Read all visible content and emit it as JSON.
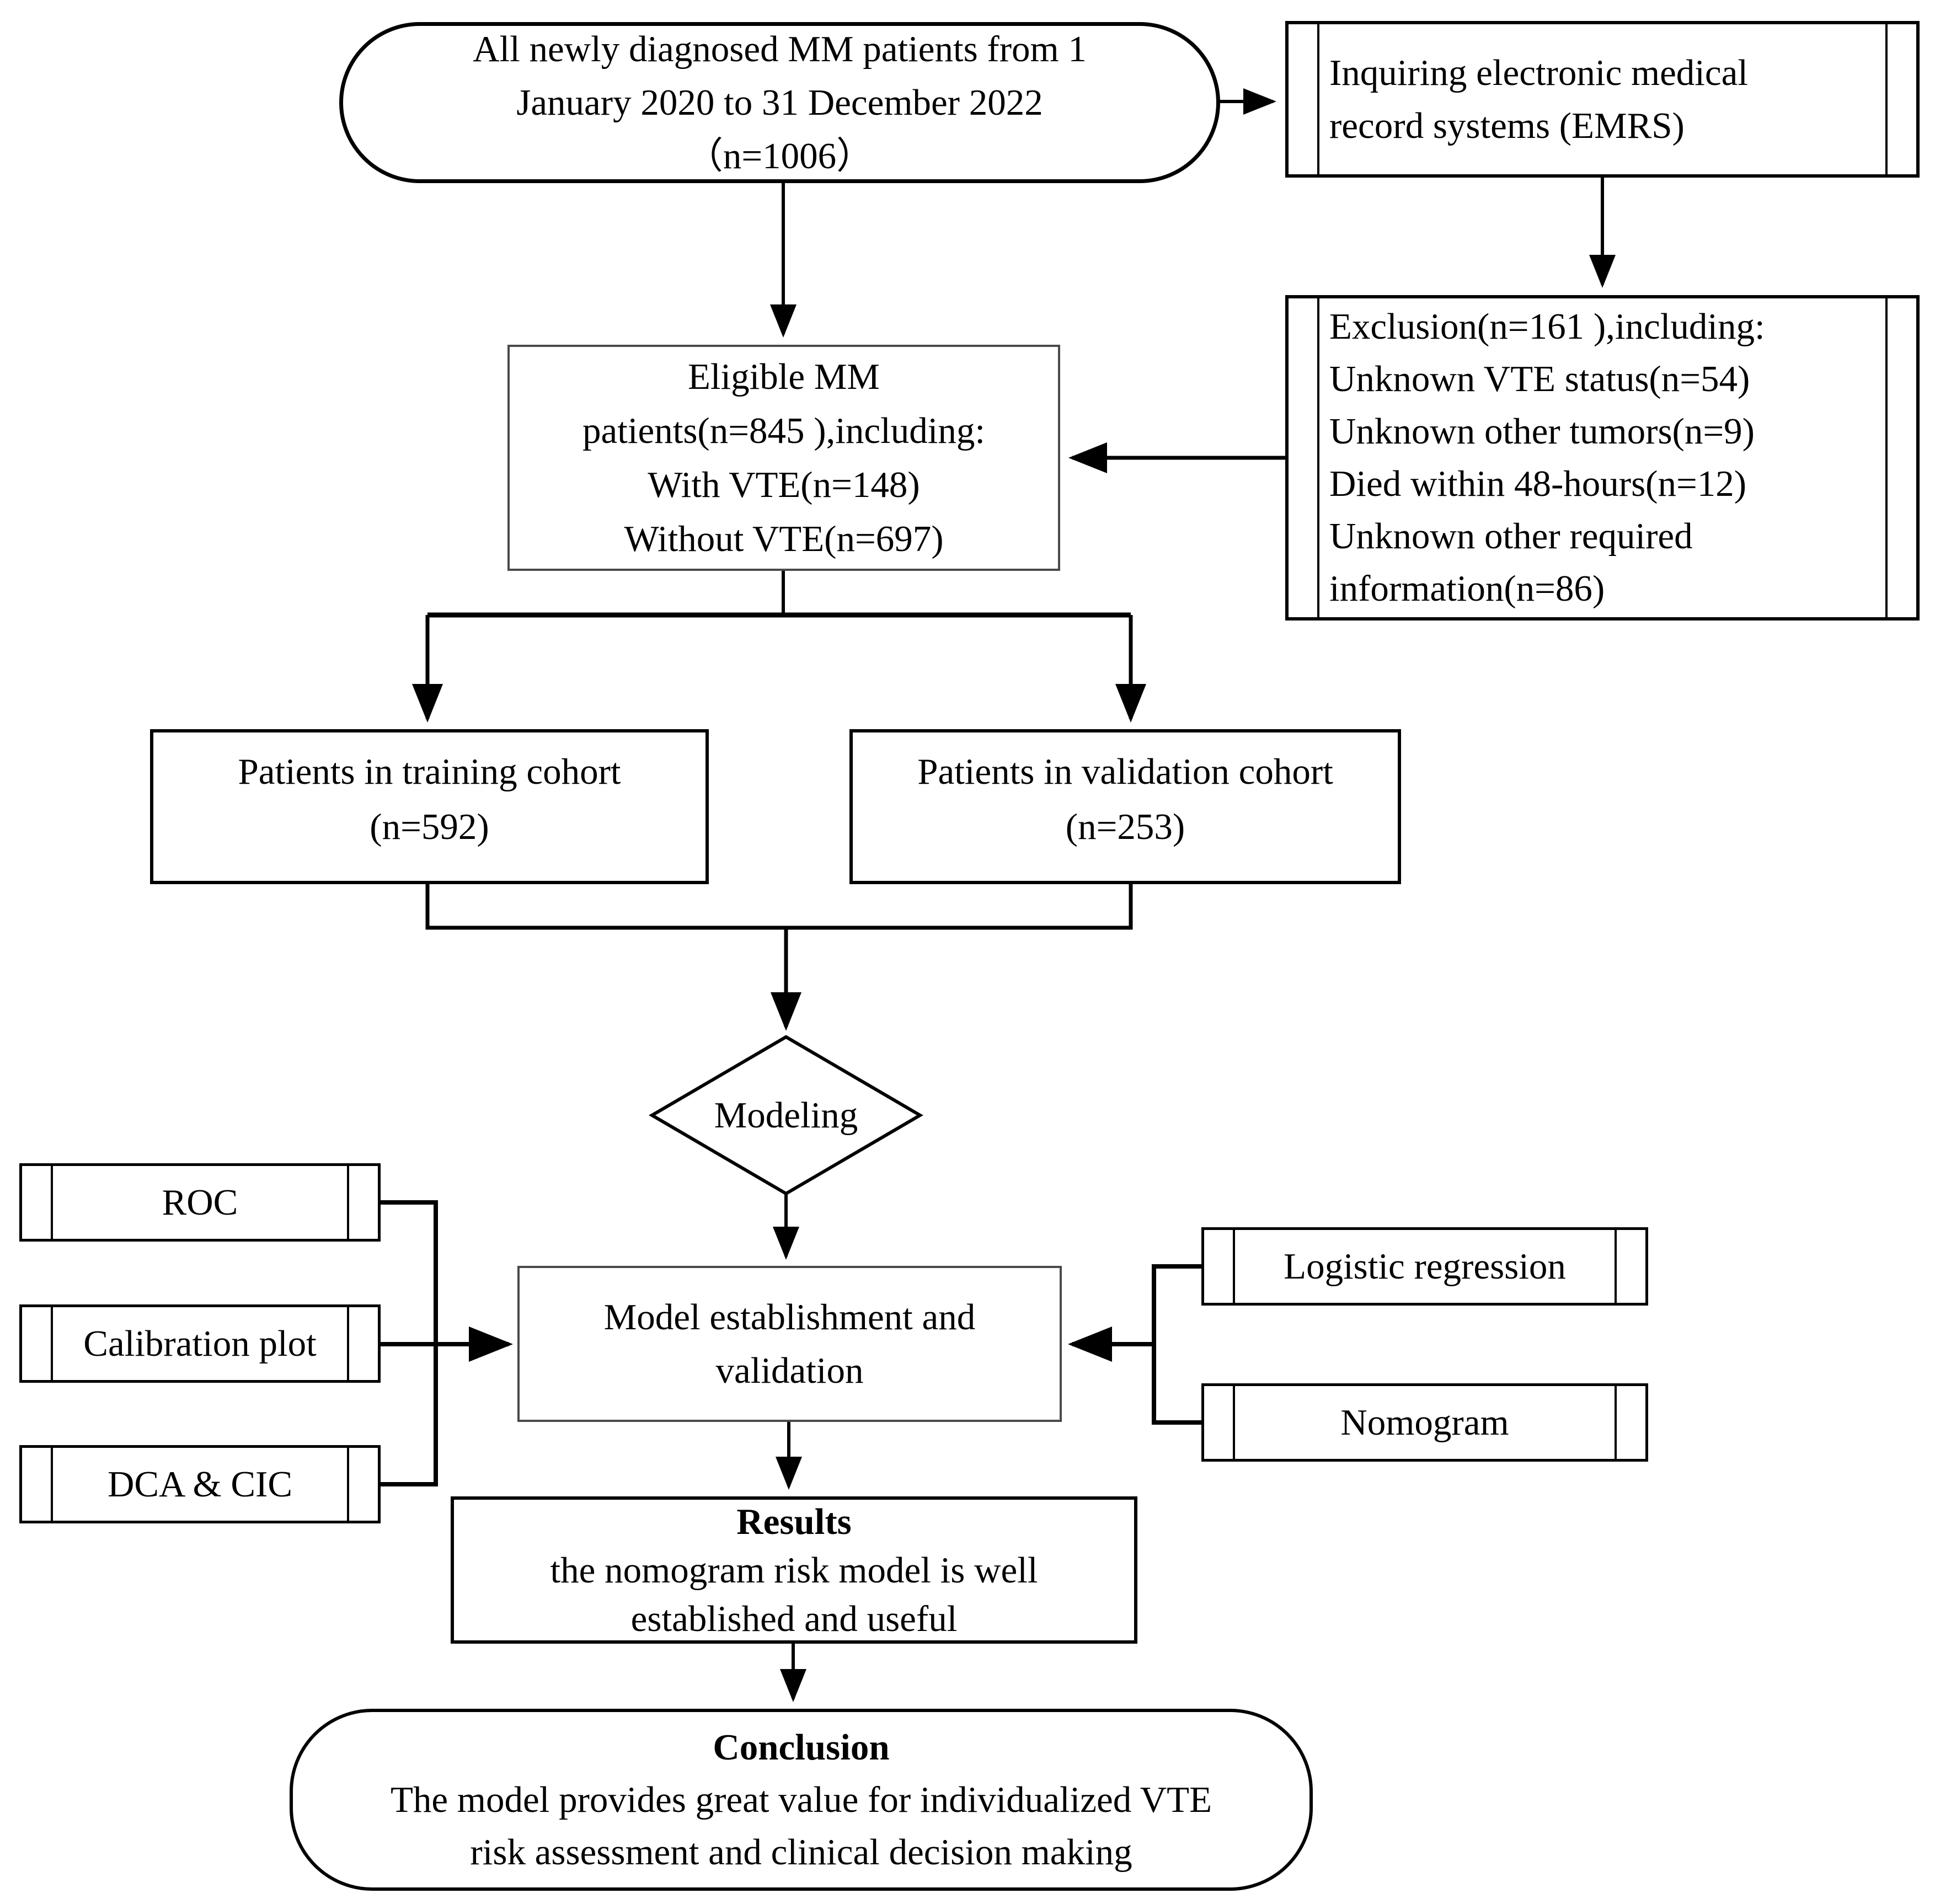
{
  "title": "MM patient VTE nomogram study flowchart",
  "colors": {
    "line": "#000000",
    "border": "#000000",
    "thin_border": "#4a4a4a",
    "background": "#ffffff",
    "text": "#000000"
  },
  "boxes": {
    "source": {
      "line1": "All newly diagnosed MM patients from 1",
      "line2": "January 2020 to 31 December 2022",
      "line3": "（n=1006）"
    },
    "emrs": {
      "line1": "Inquiring electronic medical",
      "line2": "record systems (EMRS)"
    },
    "exclusion": {
      "line1": "Exclusion(n=161 ),including:",
      "line2": "Unknown VTE status(n=54)",
      "line3": "Unknown other tumors(n=9)",
      "line4": "Died within 48-hours(n=12)",
      "line5": "Unknown other required",
      "line6": "information(n=86)"
    },
    "eligible": {
      "line1": "Eligible MM",
      "line2": "patients(n=845 ),including:",
      "line3": "With VTE(n=148)",
      "line4": "Without VTE(n=697)"
    },
    "training": {
      "line1": "Patients in training cohort",
      "line2": "(n=592)"
    },
    "validation": {
      "line1": "Patients in validation cohort",
      "line2": "(n=253)"
    },
    "modeling": {
      "label": "Modeling"
    },
    "roc": {
      "label": "ROC"
    },
    "calibration": {
      "label": "Calibration plot"
    },
    "dca": {
      "label": "DCA & CIC"
    },
    "model": {
      "line1": "Model establishment and",
      "line2": "validation"
    },
    "logistic": {
      "label": "Logistic regression"
    },
    "nomogram": {
      "label": "Nomogram"
    },
    "results": {
      "heading": "Results",
      "line1": "the nomogram risk model is well",
      "line2": "established and useful"
    },
    "conclusion": {
      "heading": "Conclusion",
      "line1": "The model provides great value for individualized VTE",
      "line2": "risk assessment and clinical decision making"
    }
  }
}
